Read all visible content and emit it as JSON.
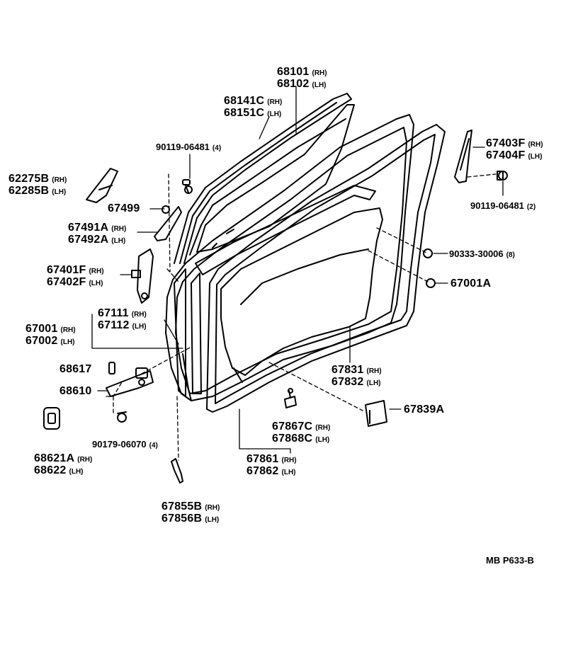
{
  "callouts": {
    "c68101": {
      "p1": "68101",
      "s1": "(RH)",
      "p2": "68102",
      "s2": "(LH)"
    },
    "c68141": {
      "p1": "68141C",
      "s1": "(RH)",
      "p2": "68151C",
      "s2": "(LH)"
    },
    "c90119a": {
      "p1": "90119-06481",
      "s1": "(4)"
    },
    "c62275": {
      "p1": "62275B",
      "s1": "(RH)",
      "p2": "62285B",
      "s2": "(LH)"
    },
    "c67499": {
      "p1": "67499"
    },
    "c67491": {
      "p1": "67491A",
      "s1": "(RH)",
      "p2": "67492A",
      "s2": "(LH)"
    },
    "c67401": {
      "p1": "67401F",
      "s1": "(RH)",
      "p2": "67402F",
      "s2": "(LH)"
    },
    "c67111": {
      "p1": "67111",
      "s1": "(RH)",
      "p2": "67112",
      "s2": "(LH)"
    },
    "c67001": {
      "p1": "67001",
      "s1": "(RH)",
      "p2": "67002",
      "s2": "(LH)"
    },
    "c68617": {
      "p1": "68617"
    },
    "c68610": {
      "p1": "68610"
    },
    "c90179": {
      "p1": "90179-06070",
      "s1": "(4)"
    },
    "c68621": {
      "p1": "68621A",
      "s1": "(RH)",
      "p2": "68622",
      "s2": "(LH)"
    },
    "c67855": {
      "p1": "67855B",
      "s1": "(RH)",
      "p2": "67856B",
      "s2": "(LH)"
    },
    "c67403": {
      "p1": "67403F",
      "s1": "(RH)",
      "p2": "67404F",
      "s2": "(LH)"
    },
    "c90119b": {
      "p1": "90119-06481",
      "s1": "(2)"
    },
    "c90333": {
      "p1": "90333-30006",
      "s1": "(8)"
    },
    "c67001A": {
      "p1": "67001A"
    },
    "c67831": {
      "p1": "67831",
      "s1": "(RH)",
      "p2": "67832",
      "s2": "(LH)"
    },
    "c67839": {
      "p1": "67839A"
    },
    "c67867": {
      "p1": "67867C",
      "s1": "(RH)",
      "p2": "67868C",
      "s2": "(LH)"
    },
    "c67861": {
      "p1": "67861",
      "s1": "(RH)",
      "p2": "67862",
      "s2": "(LH)"
    }
  },
  "reference": "MB  P633-B"
}
